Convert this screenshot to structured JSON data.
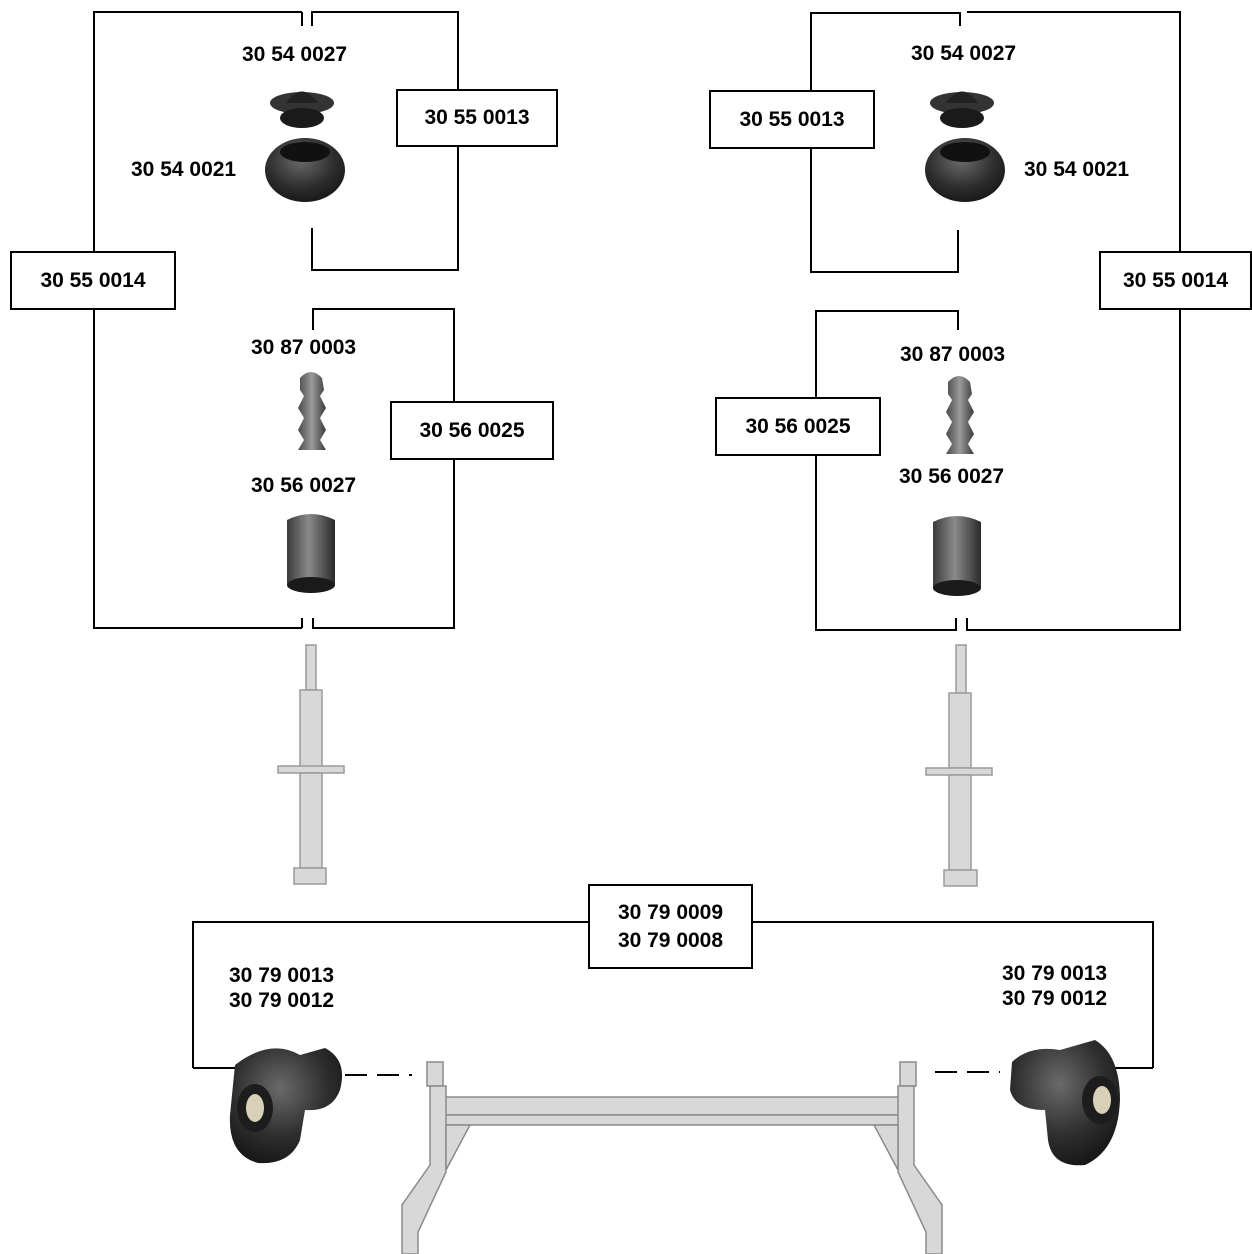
{
  "left_strut": {
    "kit_box": "30 55 0014",
    "top_box": "30 55 0013",
    "boot_box": "30 56 0025",
    "top_cap": "30 54 0027",
    "top_mount": "30 54 0021",
    "bump_stop": "30 87 0003",
    "dust_boot": "30 56 0027"
  },
  "right_strut": {
    "kit_box": "30 55 0014",
    "top_box": "30 55 0013",
    "boot_box": "30 56 0025",
    "top_cap": "30 54 0027",
    "top_mount": "30 54 0021",
    "bump_stop": "30 87 0003",
    "dust_boot": "30 56 0027"
  },
  "axle": {
    "kit_line1": "30 79 0009",
    "kit_line2": "30 79 0008",
    "left_bush_line1": "30 79 0013",
    "left_bush_line2": "30 79 0012",
    "right_bush_line1": "30 79 0013",
    "right_bush_line2": "30 79 0012"
  }
}
